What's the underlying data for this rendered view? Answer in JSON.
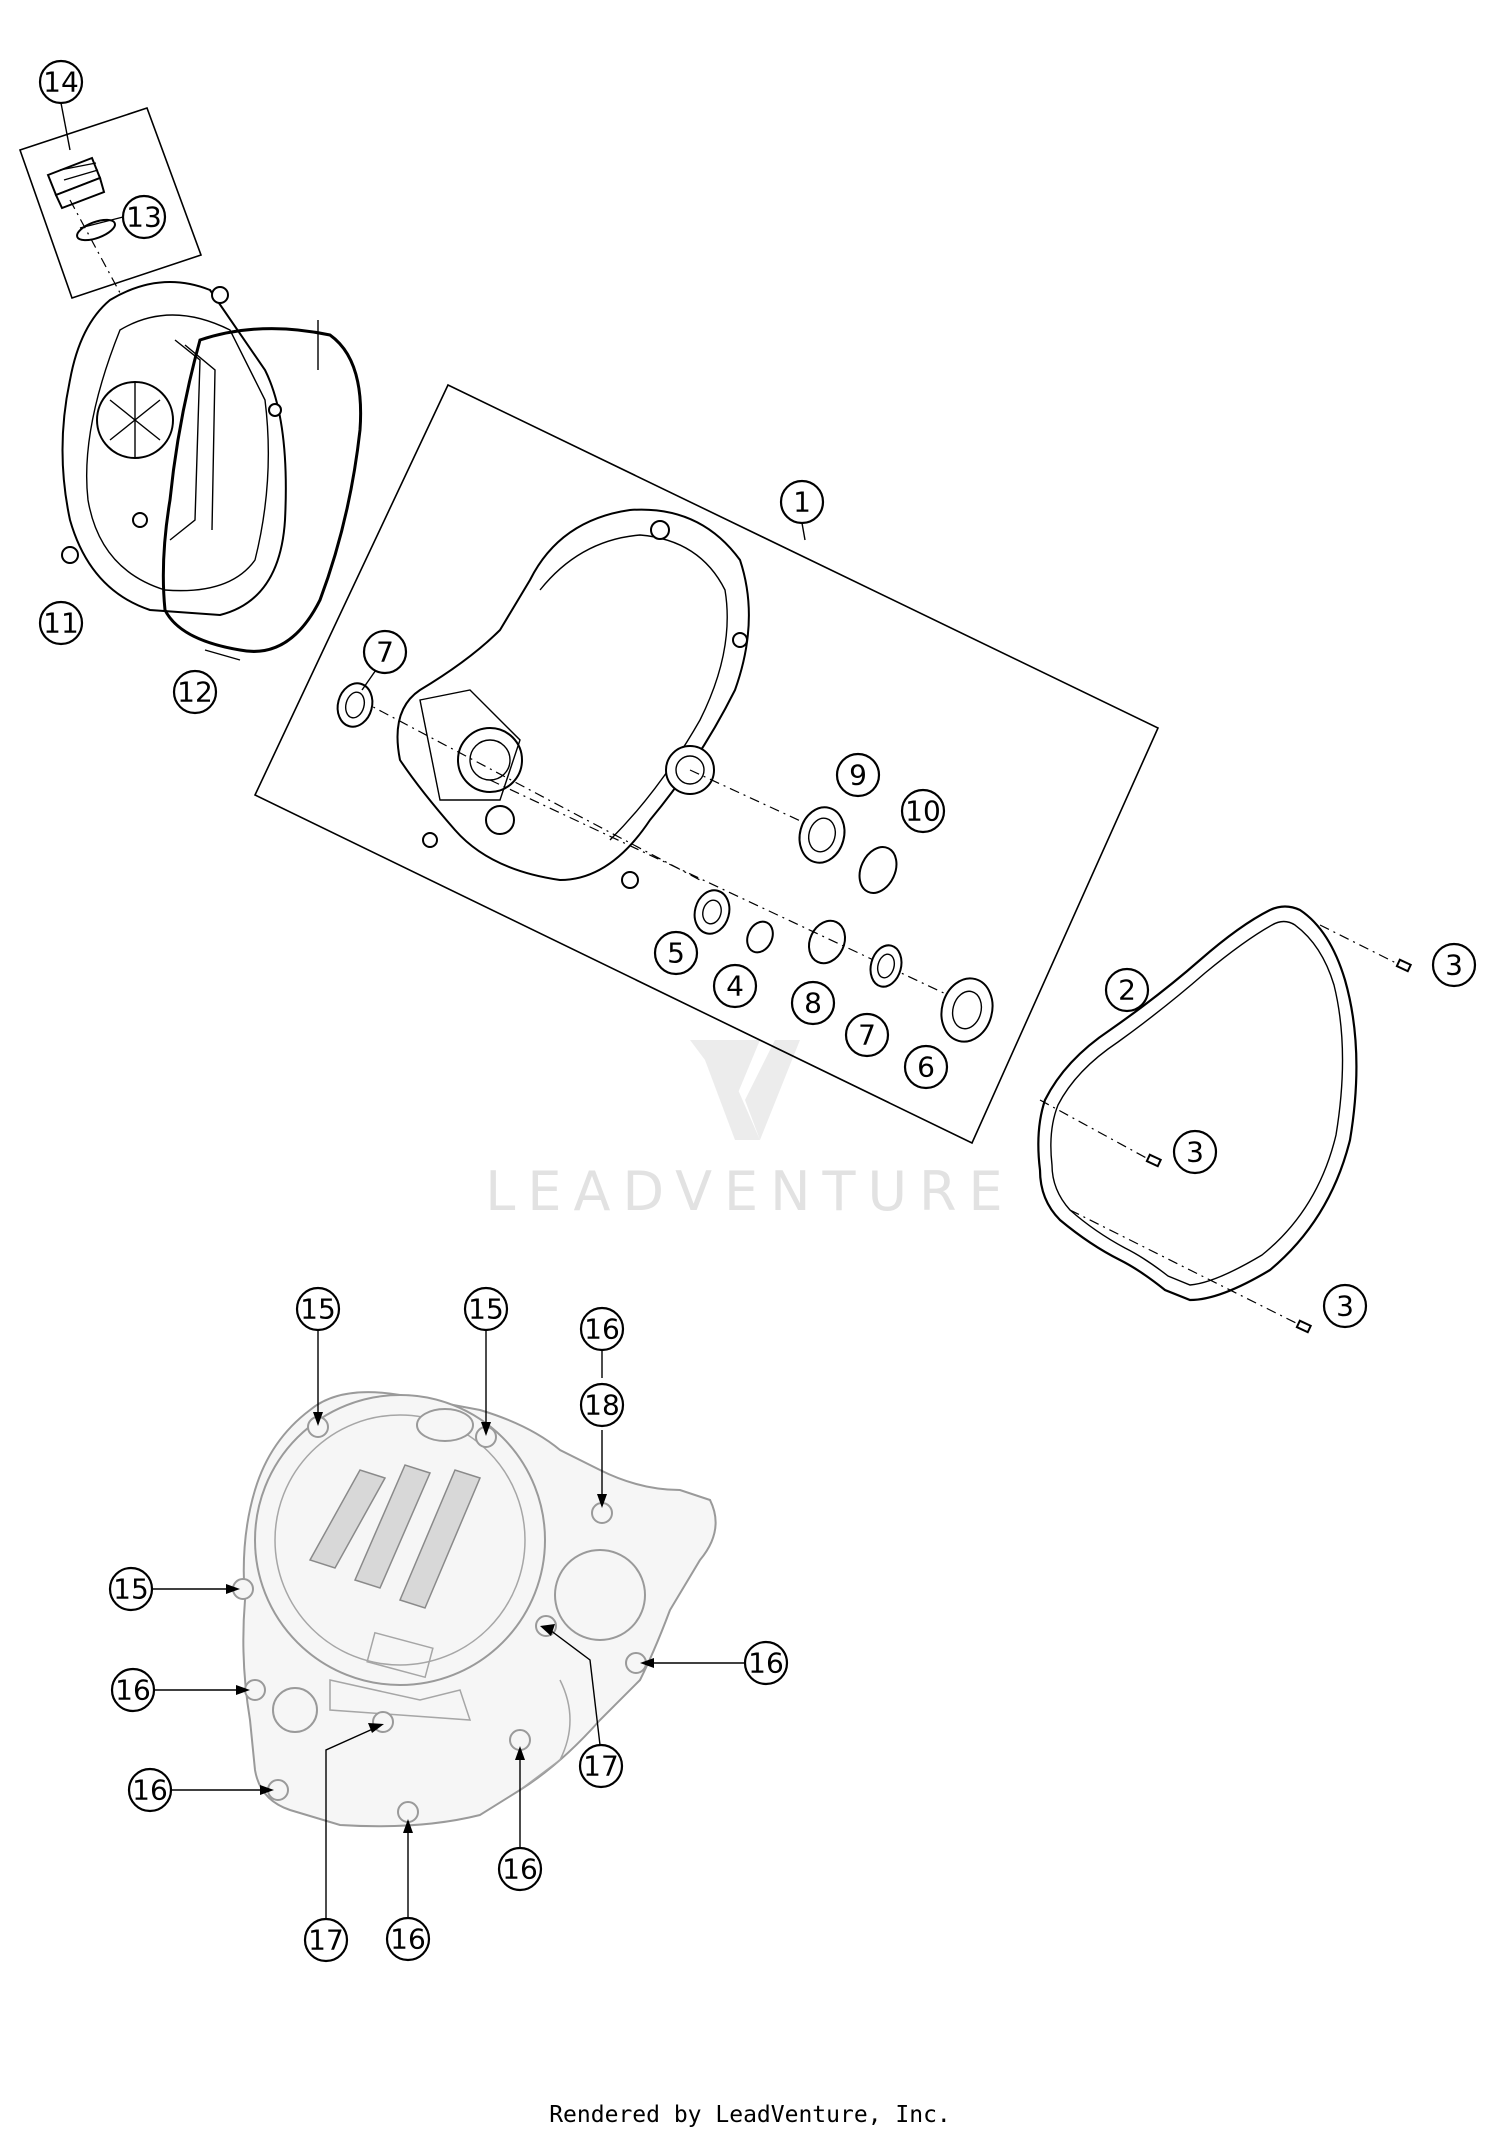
{
  "watermark": {
    "brand_text": "LEADVENTURE"
  },
  "footer": {
    "credit": "Rendered by LeadVenture, Inc."
  },
  "callouts": [
    {
      "id": "c14",
      "label": "14"
    },
    {
      "id": "c13",
      "label": "13"
    },
    {
      "id": "c11",
      "label": "11"
    },
    {
      "id": "c12",
      "label": "12"
    },
    {
      "id": "c1",
      "label": "1"
    },
    {
      "id": "c7a",
      "label": "7"
    },
    {
      "id": "c9",
      "label": "9"
    },
    {
      "id": "c10",
      "label": "10"
    },
    {
      "id": "c5",
      "label": "5"
    },
    {
      "id": "c4",
      "label": "4"
    },
    {
      "id": "c8",
      "label": "8"
    },
    {
      "id": "c7b",
      "label": "7"
    },
    {
      "id": "c6",
      "label": "6"
    },
    {
      "id": "c2",
      "label": "2"
    },
    {
      "id": "c3a",
      "label": "3"
    },
    {
      "id": "c3b",
      "label": "3"
    },
    {
      "id": "c3c",
      "label": "3"
    },
    {
      "id": "c15a",
      "label": "15"
    },
    {
      "id": "c15b",
      "label": "15"
    },
    {
      "id": "c16a",
      "label": "16"
    },
    {
      "id": "c18",
      "label": "18"
    },
    {
      "id": "c15c",
      "label": "15"
    },
    {
      "id": "c16b",
      "label": "16"
    },
    {
      "id": "c16c",
      "label": "16"
    },
    {
      "id": "c16d",
      "label": "16"
    },
    {
      "id": "c17a",
      "label": "17"
    },
    {
      "id": "c16e",
      "label": "16"
    },
    {
      "id": "c17b",
      "label": "17"
    },
    {
      "id": "c16f",
      "label": "16"
    }
  ]
}
